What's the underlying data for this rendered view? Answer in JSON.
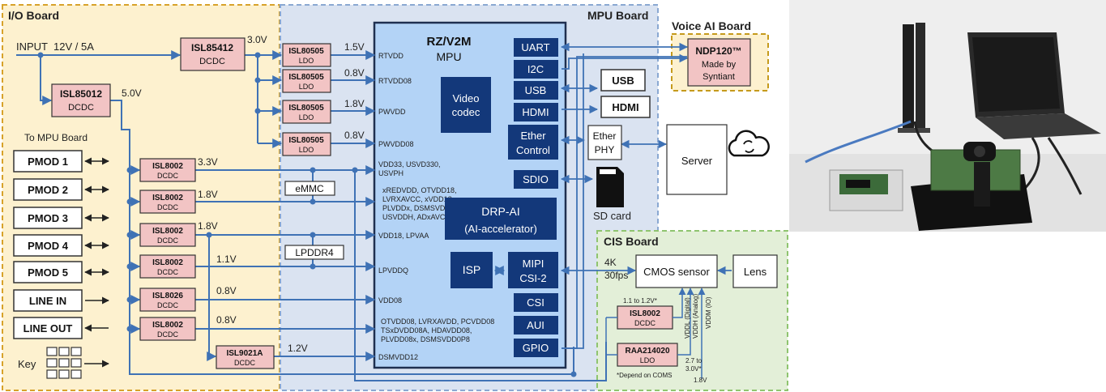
{
  "boards": {
    "io": "I/O Board",
    "mpu": "MPU Board",
    "voice": "Voice AI Board",
    "cis": "CIS Board"
  },
  "input": {
    "label": "INPUT",
    "spec": "12V / 5A"
  },
  "to_mpu": "To MPU Board",
  "regulators": {
    "isl85412": {
      "name": "ISL85412",
      "type": "DCDC",
      "out": "3.0V"
    },
    "isl85012": {
      "name": "ISL85012",
      "type": "DCDC",
      "out": "5.0V"
    },
    "ldo1": {
      "name": "ISL80505",
      "type": "LDO",
      "out": "1.5V"
    },
    "ldo2": {
      "name": "ISL80505",
      "type": "LDO",
      "out": "0.8V"
    },
    "ldo3": {
      "name": "ISL80505",
      "type": "LDO",
      "out": "1.8V"
    },
    "ldo4": {
      "name": "ISL80505",
      "type": "LDO",
      "out": "0.8V"
    },
    "dc1": {
      "name": "ISL8002",
      "type": "DCDC",
      "out": "3.3V"
    },
    "dc2": {
      "name": "ISL8002",
      "type": "DCDC",
      "out": "1.8V"
    },
    "dc3": {
      "name": "ISL8002",
      "type": "DCDC",
      "out": "1.8V"
    },
    "dc4": {
      "name": "ISL8002",
      "type": "DCDC",
      "out": "1.1V"
    },
    "dc5": {
      "name": "ISL8026",
      "type": "DCDC",
      "out": "0.8V"
    },
    "dc6": {
      "name": "ISL8002",
      "type": "DCDC",
      "out": "0.8V"
    },
    "dc7": {
      "name": "ISL9021A",
      "type": "DCDC",
      "out": "1.2V"
    }
  },
  "ports": [
    "PMOD 1",
    "PMOD 2",
    "PMOD 3",
    "PMOD 4",
    "PMOD 5",
    "LINE IN",
    "LINE OUT"
  ],
  "key": "Key",
  "rails": {
    "rtvdd": "RTVDD",
    "rtvdd08": "RTVDD08",
    "pwvdd": "PWVDD",
    "pwvdd08": "PWVDD08",
    "vdd33a": "VDD33, USVD330,",
    "vdd33b": "USVPH",
    "xr1": "xREDVDD, OTVDD18,",
    "xr2": "LVRXAVCC, xVDD18,",
    "xr3": "PLVDDx, DSMSVDD18,",
    "xr4": "USVDDH, ADxAVCCA",
    "vdd18": "VDD18, LPVAA",
    "lpvddq": "LPVDDQ",
    "vdd08": "VDD08",
    "ot1": "OTVDD08, LVRXAVDD, PCVDD08",
    "ot2": "TSxDVDD08A, HDAVDD08,",
    "ot3": "PLVDD08x, DSMSVDD0P8",
    "dsm": "DSMVDD12"
  },
  "mpu": {
    "title": "RZ/V2M",
    "sub": "MPU",
    "video1": "Video",
    "video2": "codec",
    "drp1": "DRP-AI",
    "drp2": "(AI-accelerator)",
    "isp": "ISP",
    "uart": "UART",
    "i2c": "I2C",
    "usb": "USB",
    "hdmi": "HDMI",
    "ether1": "Ether",
    "ether2": "Control",
    "sdio": "SDIO",
    "mipi1": "MIPI",
    "mipi2": "CSI-2",
    "csi": "CSI",
    "aui": "AUI",
    "gpio": "GPIO"
  },
  "mem": {
    "emmc": "eMMC",
    "lpddr4": "LPDDR4"
  },
  "ext": {
    "usb": "USB",
    "hdmi": "HDMI",
    "ephy1": "Ether",
    "ephy2": "PHY",
    "server": "Server",
    "sdcard": "SD card"
  },
  "voice": {
    "ndp": "NDP120™",
    "made": "Made by",
    "syn": "Syntiant"
  },
  "cis": {
    "stream1": "4K",
    "stream2": "30fps",
    "cmos": "CMOS sensor",
    "lens": "Lens",
    "isl8002": "ISL8002",
    "isl8002_t": "DCDC",
    "raa": "RAA214020",
    "raa_t": "LDO",
    "v1": "1.1 to 1.2V*",
    "vddl": "VDDL (Digital)",
    "vddh": "VDDH (Analog)",
    "vddm": "VDDM (IO)",
    "v27a": "2.7 to",
    "v27b": "3.0V*",
    "v18": "1.8V",
    "note": "*Depend on COMS"
  },
  "colors": {
    "io_bg": "#fdf1cf",
    "mpu_bg": "#dae3f1",
    "soc_bg": "#b3d3f6",
    "block": "#13387a",
    "reg": "#f2c4c4",
    "cis_bg": "#e3efd8",
    "line": "#3f72b5"
  }
}
